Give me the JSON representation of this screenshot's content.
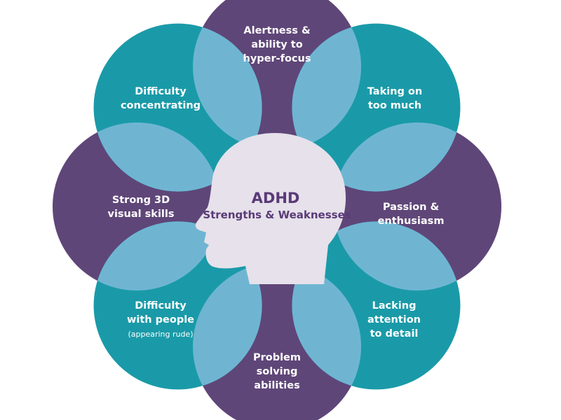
{
  "center": {
    "title": "ADHD",
    "subtitle": "Strengths & Weaknesses"
  },
  "colors": {
    "teal": "#1a9aa8",
    "purple": "#5f4678",
    "overlap": "#6fb5d2",
    "head": "#e6e1ea",
    "center_text": "#5a3a78"
  },
  "petals": [
    {
      "id": "alertness",
      "color": "purple",
      "lines": [
        "Alertness &",
        "ability to",
        "hyper-focus"
      ]
    },
    {
      "id": "taking-on",
      "color": "teal",
      "lines": [
        "Taking on",
        "too much"
      ]
    },
    {
      "id": "passion",
      "color": "purple",
      "lines": [
        "Passion &",
        "enthusiasm"
      ]
    },
    {
      "id": "lacking-attention",
      "color": "teal",
      "lines": [
        "Lacking",
        "attention",
        "to detail"
      ]
    },
    {
      "id": "problem-solving",
      "color": "purple",
      "lines": [
        "Problem",
        "solving",
        "abilities"
      ]
    },
    {
      "id": "difficulty-people",
      "color": "teal",
      "lines": [
        "Difficulty",
        "with people"
      ],
      "note": "(appearing rude)"
    },
    {
      "id": "strong-3d",
      "color": "purple",
      "lines": [
        "Strong 3D",
        "visual skills"
      ]
    },
    {
      "id": "difficulty-concentrating",
      "color": "teal",
      "lines": [
        "Difficulty",
        "concentrating"
      ]
    }
  ]
}
